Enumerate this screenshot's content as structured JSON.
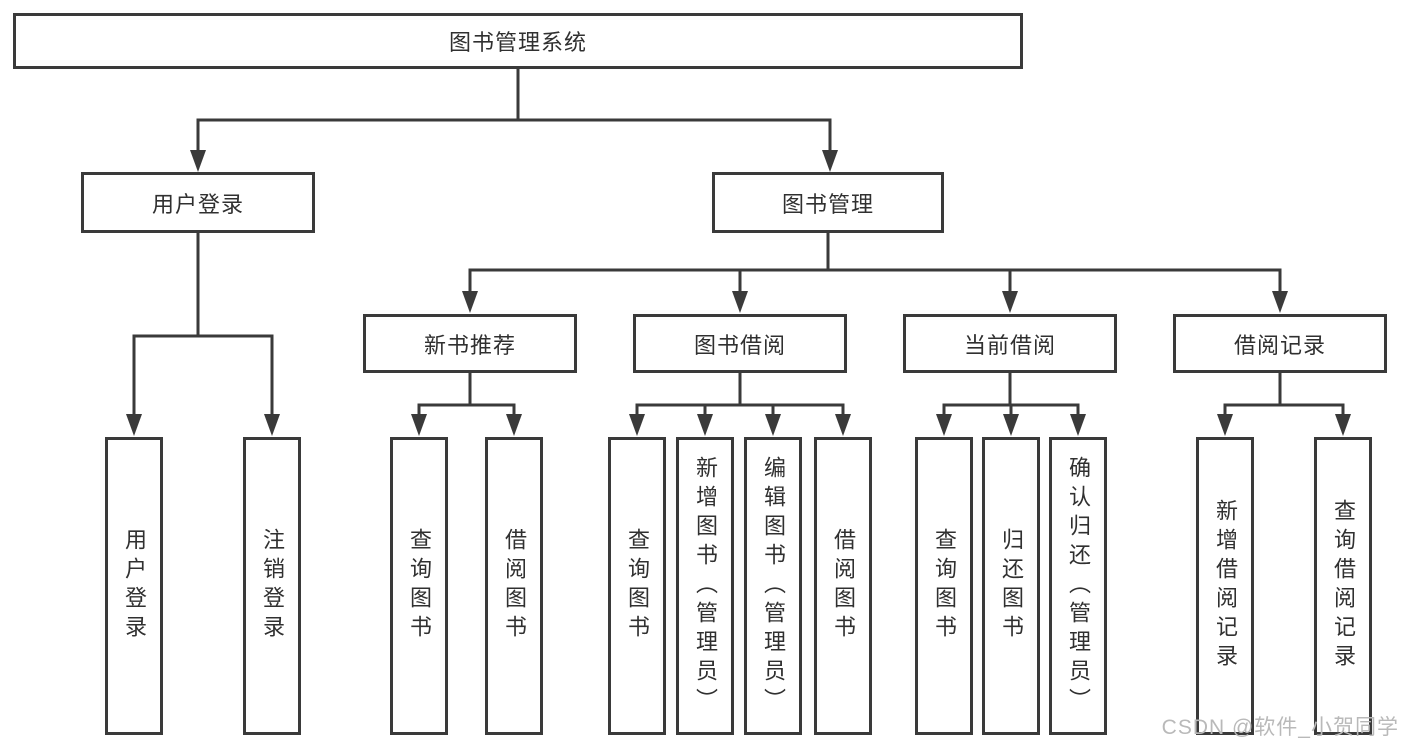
{
  "diagram": {
    "type": "hierarchy-tree",
    "tree": {
      "label": "图书管理系统",
      "children": [
        {
          "label": "用户登录",
          "children": [
            {
              "label": "用户登录"
            },
            {
              "label": "注销登录"
            }
          ]
        },
        {
          "label": "图书管理",
          "children": [
            {
              "label": "新书推荐",
              "children": [
                {
                  "label": "查询图书"
                },
                {
                  "label": "借阅图书"
                }
              ]
            },
            {
              "label": "图书借阅",
              "children": [
                {
                  "label": "查询图书"
                },
                {
                  "label": "新增图书（管理员）"
                },
                {
                  "label": "编辑图书（管理员）"
                },
                {
                  "label": "借阅图书"
                }
              ]
            },
            {
              "label": "当前借阅",
              "children": [
                {
                  "label": "查询图书"
                },
                {
                  "label": "归还图书"
                },
                {
                  "label": "确认归还（管理员）"
                }
              ]
            },
            {
              "label": "借阅记录",
              "children": [
                {
                  "label": "新增借阅记录"
                },
                {
                  "label": "查询借阅记录"
                }
              ]
            }
          ]
        }
      ]
    }
  },
  "watermark": {
    "text": "CSDN @软件_小贺同学"
  },
  "colors": {
    "line": "#3a3a3a",
    "box_border": "#3a3a3a",
    "text": "#303030",
    "watermark": "#b9b9b9",
    "background": "#ffffff"
  }
}
